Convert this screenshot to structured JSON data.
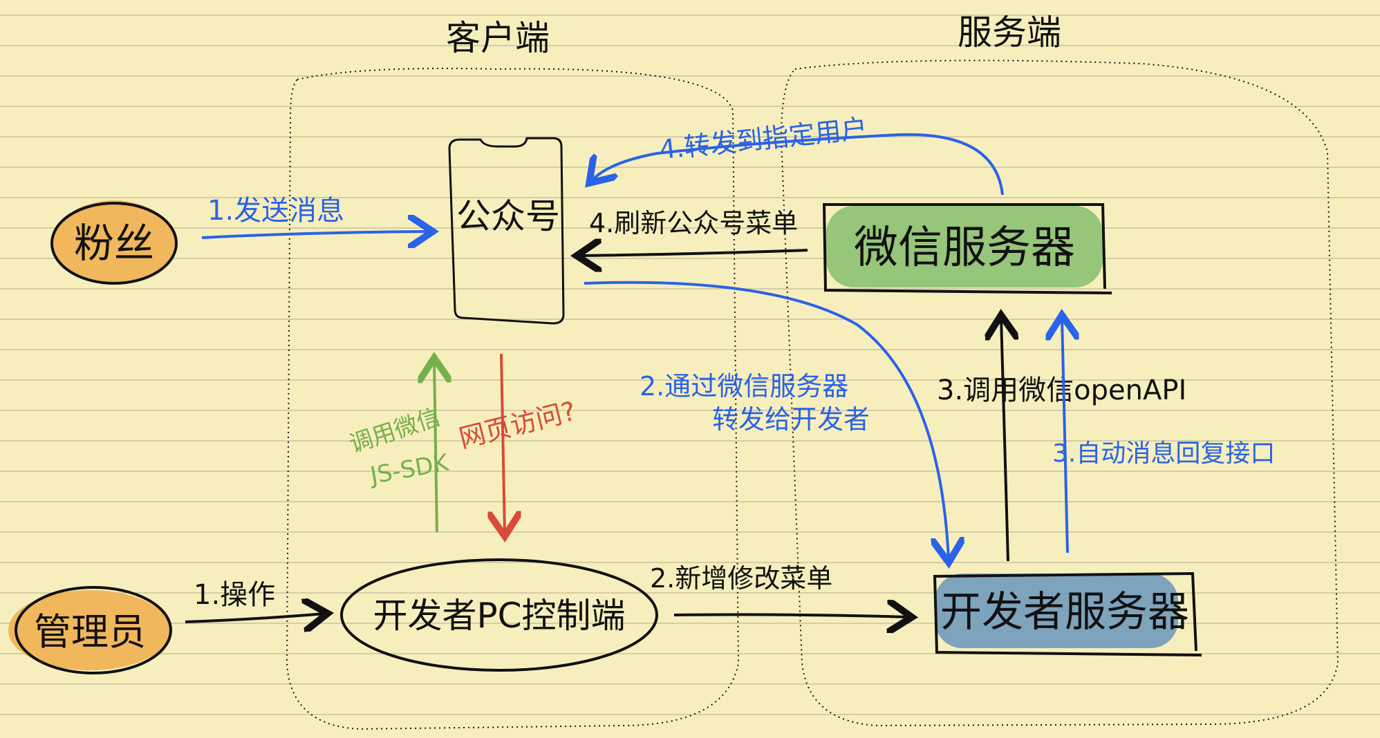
{
  "regions": {
    "client": "客户端",
    "server": "服务端"
  },
  "nodes": {
    "fans": "粉丝",
    "admin": "管理员",
    "official_account": "公众号",
    "wechat_server": "微信服务器",
    "dev_pc": "开发者PC控制端",
    "dev_server": "开发者服务器"
  },
  "edges": {
    "fans_send": "1.发送消息",
    "forward_user": "4.转发到指定用户",
    "refresh_menu": "4.刷新公众号菜单",
    "forward_dev_1": "2.通过微信服务器",
    "forward_dev_2": "转发给开发者",
    "call_openapi": "3.调用微信openAPI",
    "auto_reply": "3.自动消息回复接口",
    "call_jssdk_1": "调用微信",
    "call_jssdk_2": "JS-SDK",
    "web_visit": "网页访问?",
    "admin_op": "1.操作",
    "new_menu": "2.新增修改菜单"
  },
  "colors": {
    "paper": "#f6efbd",
    "rule_line": "#c9c2a0",
    "ink": "#111111",
    "blue": "#2a62e8",
    "green": "#76b04a",
    "red": "#d84a3a",
    "orange_fill": "#f0b75c",
    "green_fill": "#96c67a",
    "blue_fill": "#7ea3bd"
  }
}
